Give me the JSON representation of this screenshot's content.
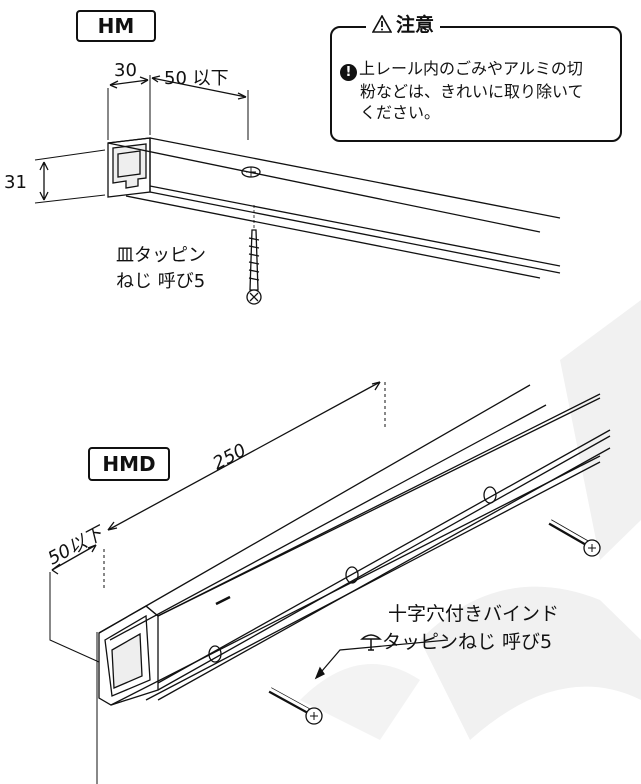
{
  "labels": {
    "hm": "HM",
    "hmd": "HMD"
  },
  "caution": {
    "title": "注意",
    "lines": [
      "上レール内のごみやアルミの切",
      "粉などは、きれいに取り除いて",
      "ください。"
    ]
  },
  "hm_dims": {
    "d30": "30",
    "d50": "50 以下",
    "d31": "31"
  },
  "hm_screw": {
    "line1": "皿タッピン",
    "line2": "ねじ 呼び5"
  },
  "hmd_dims": {
    "d250": "250",
    "d50": "50以下"
  },
  "hmd_screw": {
    "line1": "十字穴付きバインド",
    "line2": "タッピンねじ 呼び5"
  },
  "icons": [
    "warning-triangle-icon",
    "exclamation-icon",
    "screw-icon",
    "pan-head-icon"
  ]
}
